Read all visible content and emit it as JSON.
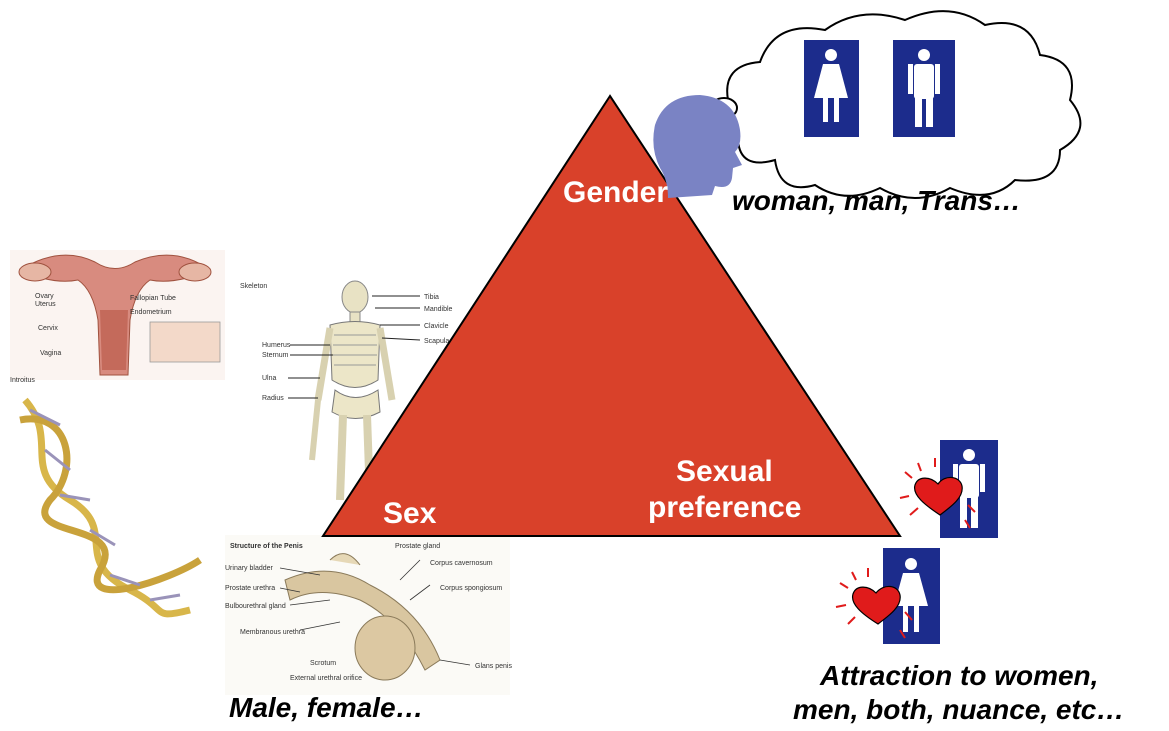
{
  "triangle": {
    "fill": "#d9412a",
    "top_label": "Gender",
    "left_label": "Sex",
    "right_label_line1": "Sexual",
    "right_label_line2": "preference"
  },
  "captions": {
    "gender": "woman, man, Trans…",
    "sex": "Male, female…",
    "preference_line1": "Attraction  to women,",
    "preference_line2": "men, both, nuance, etc…"
  },
  "icons": {
    "thought_bubble": "thought-cloud",
    "head": "human-head-silhouette",
    "female_sign": "female-restroom-icon",
    "male_sign": "male-restroom-icon",
    "heart": "heart-icon",
    "sign_color": "#1c2c8c",
    "heart_color": "#e01b1b",
    "head_color": "#7a83c4"
  }
}
